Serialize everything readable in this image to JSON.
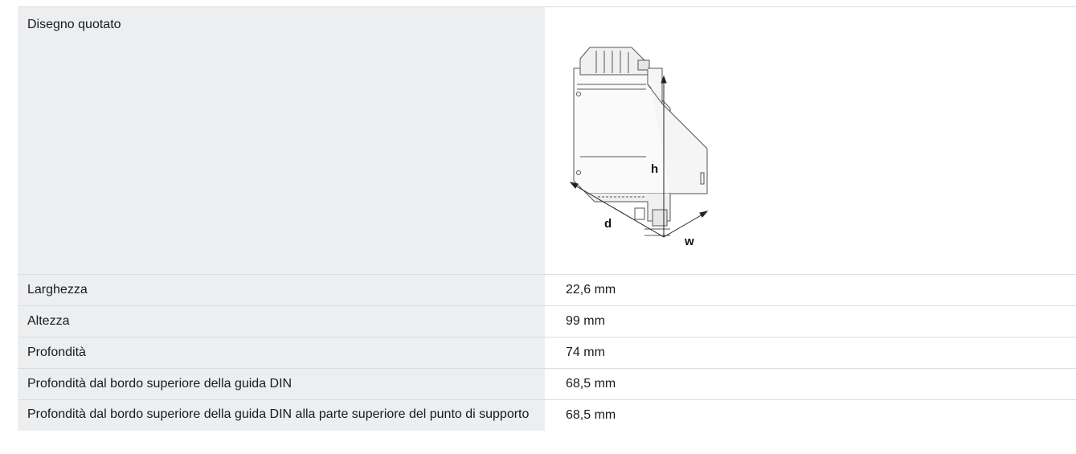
{
  "drawing": {
    "title": "Disegno quotato",
    "dimension_labels": {
      "height": "h",
      "depth": "d",
      "width": "w"
    }
  },
  "rows": [
    {
      "label": "Larghezza",
      "value": "22,6 mm"
    },
    {
      "label": "Altezza",
      "value": "99 mm"
    },
    {
      "label": "Profondità",
      "value": "74 mm"
    },
    {
      "label": "Profondità dal bordo superiore della guida DIN",
      "value": "68,5 mm"
    },
    {
      "label": "Profondità dal bordo superiore della guida DIN alla parte superiore del punto di supporto",
      "value": "68,5 mm"
    }
  ]
}
